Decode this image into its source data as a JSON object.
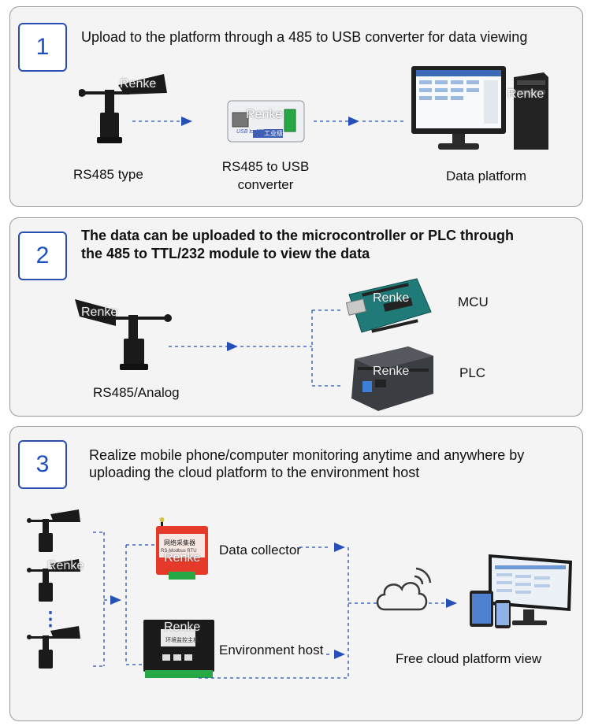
{
  "watermark": "Renke",
  "accent_color": "#1f4fbf",
  "panel1": {
    "number": "1",
    "heading": "Upload to the platform through a 485 to USB converter for data viewing",
    "sensor_label": "RS485 type",
    "converter_label_1": "RS485 to USB",
    "converter_label_2": "converter",
    "platform_label": "Data platform",
    "converter_text_1": "工业级",
    "converter_text_2": "USB to 485"
  },
  "panel2": {
    "number": "2",
    "heading_1": "The data can be uploaded to the microcontroller or PLC through",
    "heading_2": "the 485 to TTL/232 module to view the data",
    "sensor_label": "RS485/Analog",
    "mcu_label": "MCU",
    "plc_label": "PLC"
  },
  "panel3": {
    "number": "3",
    "heading_1": "Realize mobile phone/computer monitoring anytime and anywhere by",
    "heading_2": "uploading the cloud platform to the environment host",
    "collector_label": "Data collector",
    "host_label": "Environment host",
    "cloud_label": "Free cloud platform view",
    "ellipsis": "⋮",
    "collector_text_1": "网络采集器",
    "collector_text_2": "RS-Modbus RTU",
    "host_text": "环境监控主机"
  }
}
